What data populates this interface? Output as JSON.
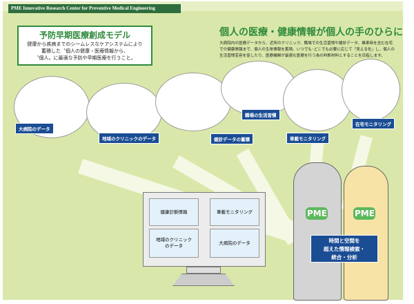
{
  "header": "PME Innovative Research Center for Preventive Medical Engineering",
  "model": {
    "title": "予防早期医療創成モデル",
    "lines": [
      "健康から疾病までのシームレスなケアシステムにより",
      "蓄積した〝個人の健康・医療情報から、",
      "〝個人〟に最適な予防や早期医療を行うこと。"
    ]
  },
  "personal": {
    "title": "個人の医療・健康情報が個人の手のひらに",
    "description": "大病院内の医療データから、近所のクリニック、職場での生活習慣や健診データ、乗車時を含む在宅での健康情報まで、個人の生体情報を蓄積。いつでも･どこでも必要に応じて「見える化」し、個人の生活習慣変容を促したり、医療機関が最適な医療を行う為の判断材料とすることを目指します。"
  },
  "labels": {
    "hospital": "大病院のデータ",
    "clinic": "地域のクリニックのデータ",
    "checkup": "健診データの蓄積",
    "workplace": "職場の生活習慣",
    "vehicle": "車載モニタリング",
    "home": "在宅モニタリング"
  },
  "monitor": {
    "p1": "健康診断情報",
    "p2": "車載モニタリング",
    "p3": "地域のクリニックのデータ",
    "p4": "大病院のデータ"
  },
  "badge": "PME",
  "bubble": [
    "時間と空間を",
    "超えた情報検索・",
    "統合・分析"
  ]
}
